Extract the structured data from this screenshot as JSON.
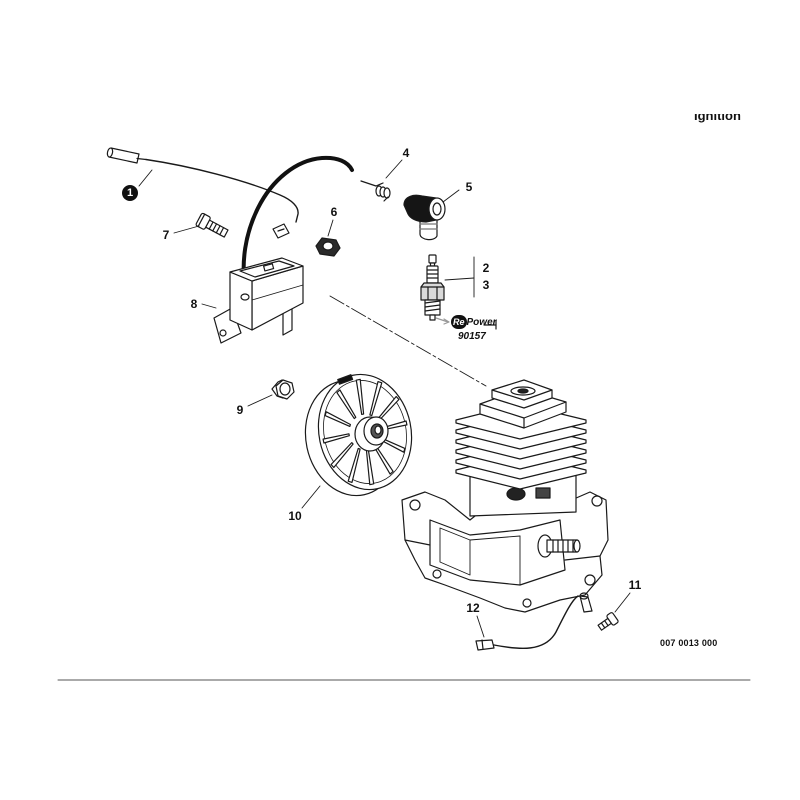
{
  "title": "Ignition",
  "callouts": [
    "1",
    "2",
    "3",
    "4",
    "5",
    "6",
    "7",
    "8",
    "9",
    "10",
    "11",
    "12"
  ],
  "brand": {
    "prefix": "Re",
    "suffix": "Power"
  },
  "part_number": "90157",
  "drawing_number": "007 0013 000"
}
